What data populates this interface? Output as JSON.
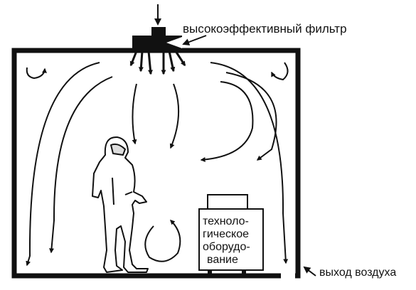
{
  "labels": {
    "filter": "высокоэффективный фильтр",
    "equipment": [
      "техноло-",
      "гическое",
      "оборудо-",
      "вание"
    ],
    "air_exit": "выход воздуха"
  },
  "colors": {
    "ink": "#111111",
    "background": "#ffffff"
  }
}
